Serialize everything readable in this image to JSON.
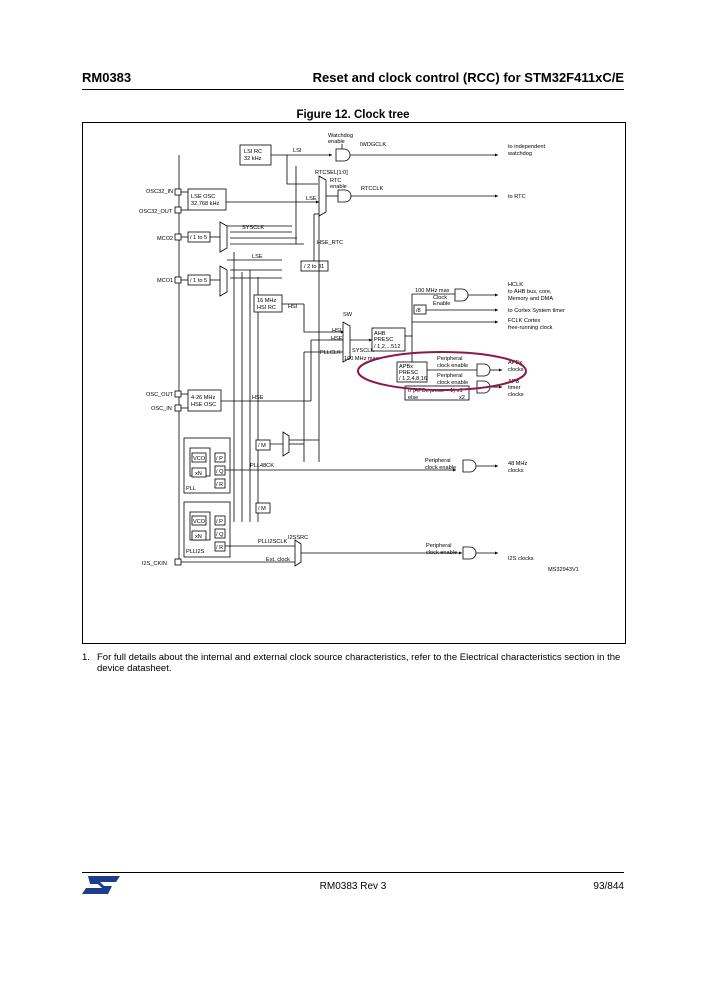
{
  "header": {
    "left": "RM0383",
    "right": "Reset and clock control (RCC) for STM32F411xC/E"
  },
  "figure": {
    "title": "Figure 12. Clock tree",
    "labels": {
      "watchdog_enable": [
        "Watchdog",
        "enable"
      ],
      "iwdgclk": "IWDGCLK",
      "to_independent_watchdog": [
        "to independent",
        "watchdog"
      ],
      "lsi_rc": [
        "LSI RC",
        "32 kHz"
      ],
      "lsi": "LSI",
      "rtcsel": "RTCSEL[1:0]",
      "rtc_enable": [
        "RTC",
        "enable"
      ],
      "rtcclk": "RTCCLK",
      "to_rtc": "to RTC",
      "osc32_in": "OSC32_IN",
      "osc32_out": "OSC32_OUT",
      "lse_osc": [
        "LSE OSC",
        "32.768 kHz"
      ],
      "lse": "LSE",
      "sysclk": "SYSCLK",
      "mco2": "MCO2",
      "mco1": "MCO1",
      "div1to5": "/ 1 to 5",
      "hse_rtc": "HSE_RTC",
      "div2to31": "/ 2 to 31",
      "hsi_rc": [
        "16 MHz",
        "HSI RC"
      ],
      "hsi": "HSI",
      "mhz100max_clock": [
        "100 MHz max",
        "Clock",
        "Enable"
      ],
      "div8": "/8",
      "hclk": [
        "HCLK",
        "to AHB bus, core,",
        "Memory and DMA"
      ],
      "cortex_timer": "to Cortex  System timer",
      "fclk": [
        "FCLK Cortex",
        "free-running clock"
      ],
      "sw": "SW",
      "hsi_in": "HSI",
      "hse_in": "HSE",
      "pllclk": "PLLCLK",
      "sysclk_max": [
        "SYSCLK",
        "100 MHz max"
      ],
      "ahb_presc": [
        "AHB",
        "PRESC",
        "/ 1,2,...512"
      ],
      "apbx_presc": [
        "APBx",
        "PRESC",
        "/ 1,2,4,8,16"
      ],
      "peripheral_clock_enable": [
        "Peripheral",
        "clock enable"
      ],
      "apbx_clocks": [
        "APBx",
        "clocks"
      ],
      "apb_timer": [
        "APB",
        "timer",
        "clocks"
      ],
      "if_presc": [
        "If (APBx presc = 1) x1",
        "else",
        "x2"
      ],
      "osc_out": "OSC_OUT",
      "osc_in": "OSC_IN",
      "hse_osc": [
        "4-26 MHz",
        "HSE OSC"
      ],
      "hse": "HSE",
      "div_m": "/ M",
      "vco": "VCO",
      "xn": "xN",
      "div_p": "/ P",
      "div_q": "/ Q",
      "div_r": "/ R",
      "pll": "PLL",
      "pll48ck": "PLL48CK",
      "mhz48_clocks": [
        "48 MHz",
        "clocks"
      ],
      "plli2s": "PLLI2S",
      "plli2sclk": "PLLI2SCLK",
      "i2ssrc": "I2SSRC",
      "ext_clock": "Ext. clock",
      "i2s_ckin": "I2S_CKIN",
      "i2s_clocks": "I2S clocks",
      "ref": "MS32943V1"
    }
  },
  "note": {
    "number": "1.",
    "text": "For full details about the internal and external clock source characteristics, refer to the Electrical characteristics section in the device datasheet."
  },
  "footer": {
    "center": "RM0383 Rev 3",
    "right": "93/844",
    "logo": "ST"
  },
  "colors": {
    "highlight_ellipse": "#8b1a4a"
  }
}
